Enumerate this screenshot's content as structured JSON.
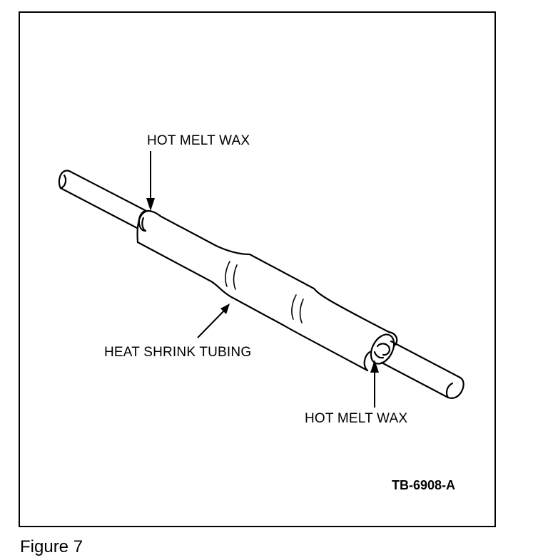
{
  "labels": {
    "top_wax": "HOT MELT WAX",
    "heat_shrink": "HEAT SHRINK TUBING",
    "bottom_wax": "HOT MELT WAX"
  },
  "reference_code": "TB-6908-A",
  "caption": "Figure 7"
}
